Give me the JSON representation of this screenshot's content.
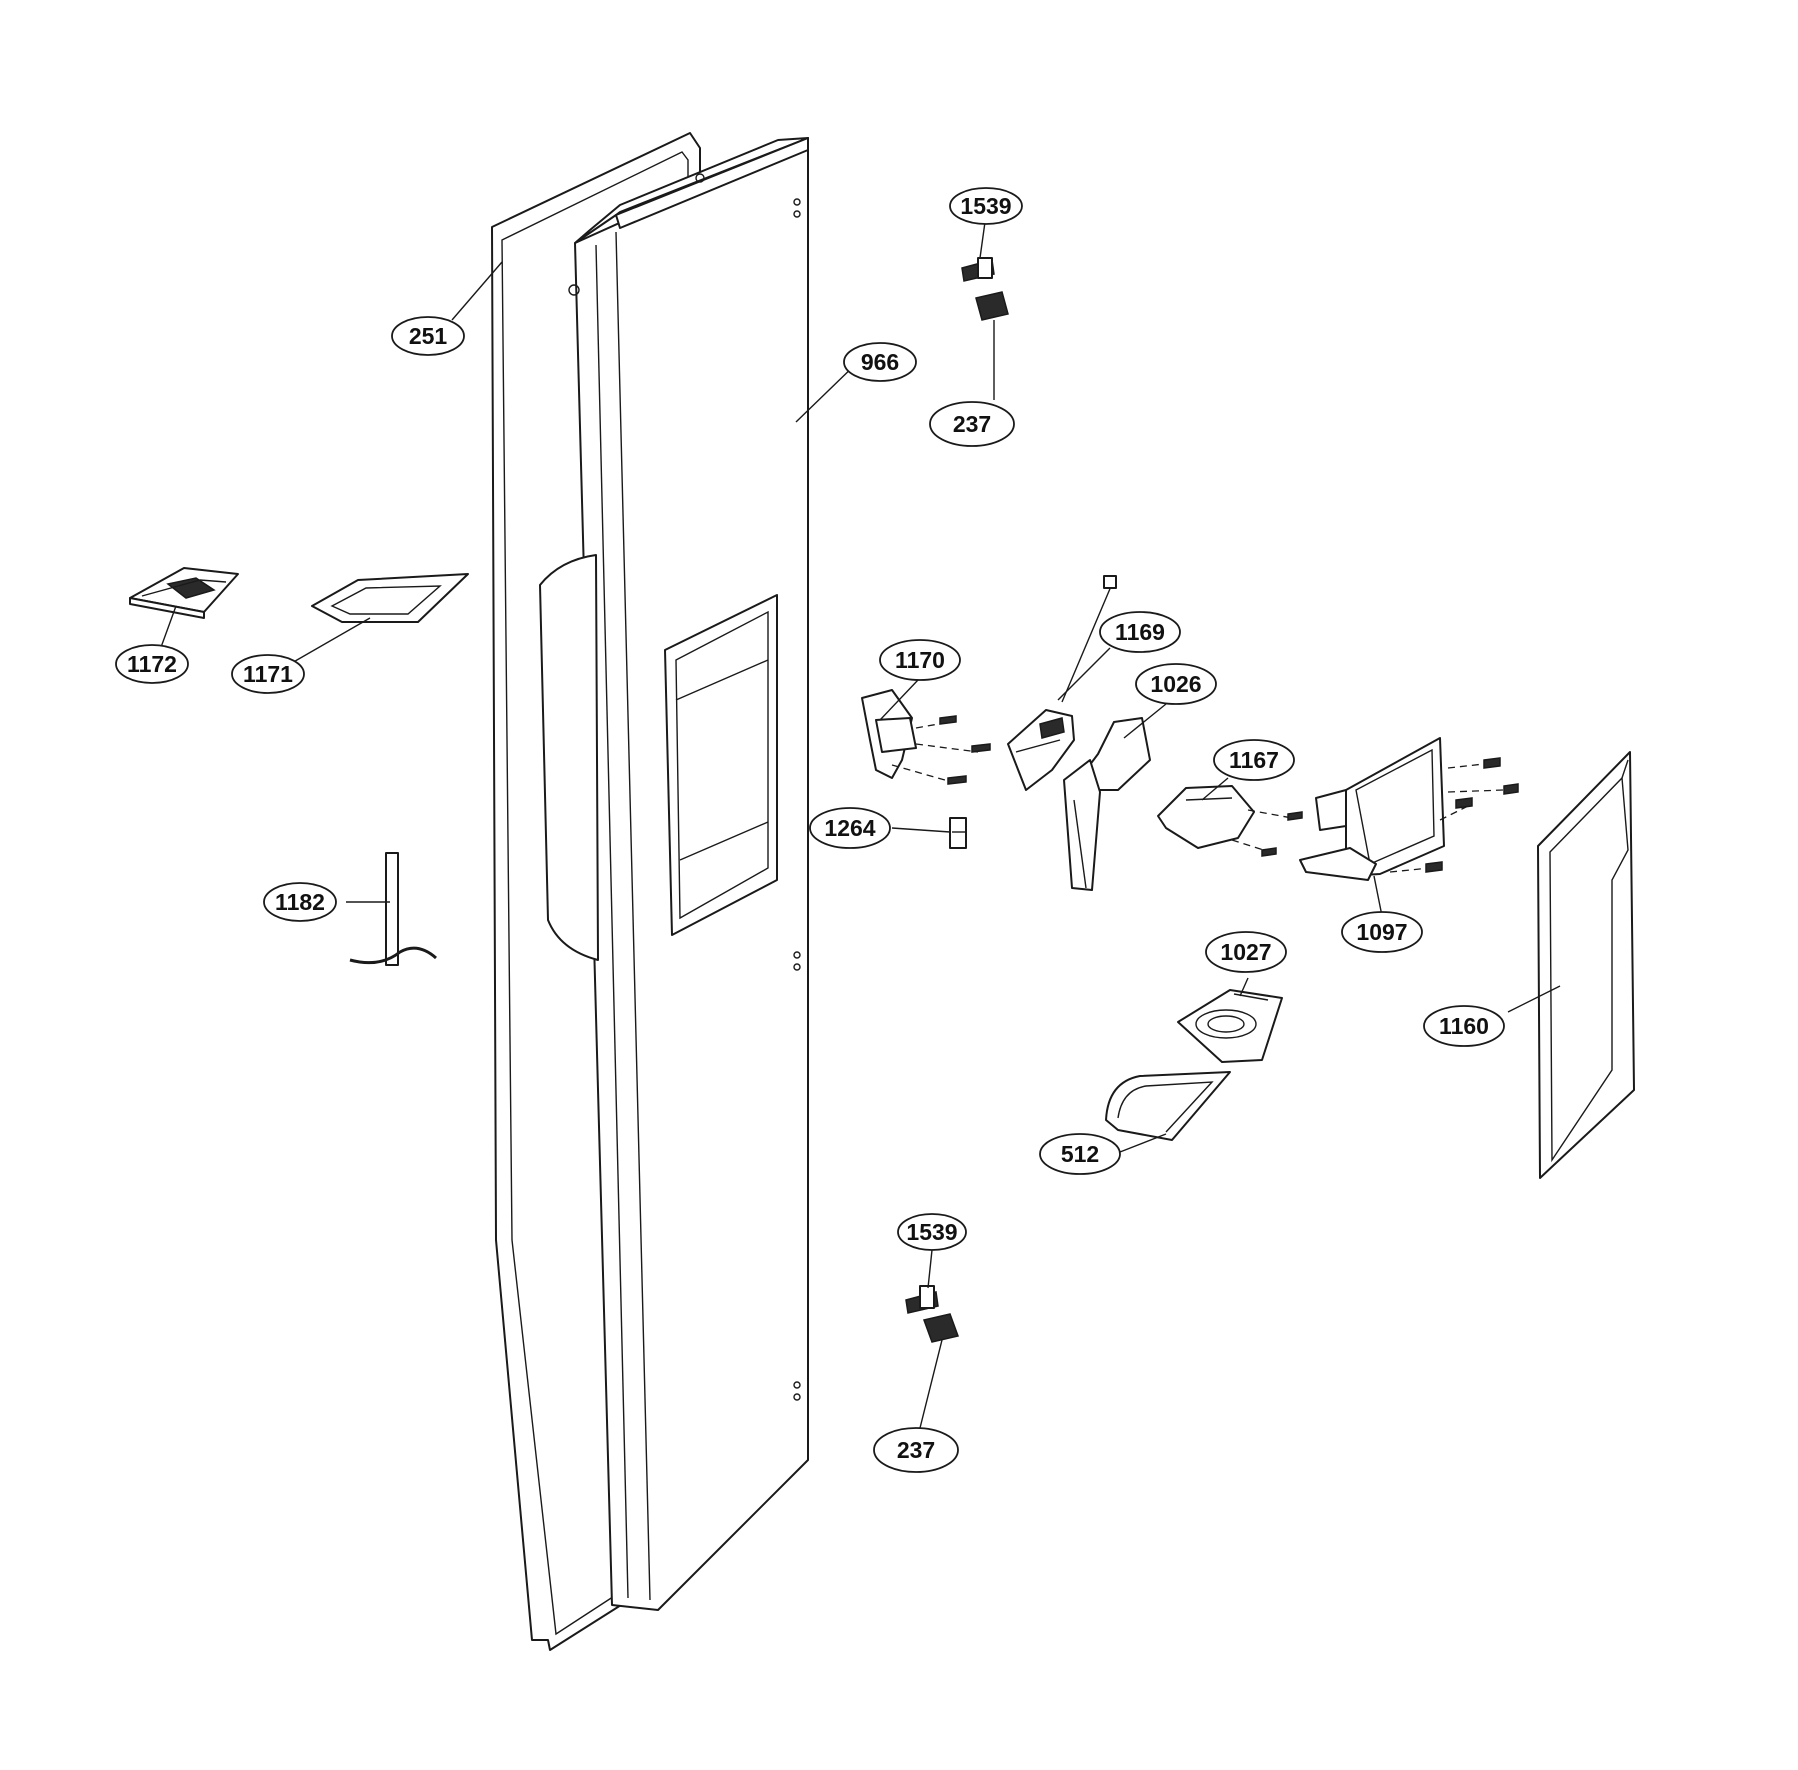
{
  "diagram": {
    "callouts": [
      {
        "id": "c251",
        "label": "251"
      },
      {
        "id": "c966",
        "label": "966"
      },
      {
        "id": "c1539a",
        "label": "1539"
      },
      {
        "id": "c237a",
        "label": "237"
      },
      {
        "id": "c1172",
        "label": "1172"
      },
      {
        "id": "c1171",
        "label": "1171"
      },
      {
        "id": "c1170",
        "label": "1170"
      },
      {
        "id": "c1169",
        "label": "1169"
      },
      {
        "id": "c1026",
        "label": "1026"
      },
      {
        "id": "c1167",
        "label": "1167"
      },
      {
        "id": "c1264",
        "label": "1264"
      },
      {
        "id": "c1097",
        "label": "1097"
      },
      {
        "id": "c1182",
        "label": "1182"
      },
      {
        "id": "c1027",
        "label": "1027"
      },
      {
        "id": "c1160",
        "label": "1160"
      },
      {
        "id": "c512",
        "label": "512"
      },
      {
        "id": "c1539b",
        "label": "1539"
      },
      {
        "id": "c237b",
        "label": "237"
      }
    ]
  }
}
